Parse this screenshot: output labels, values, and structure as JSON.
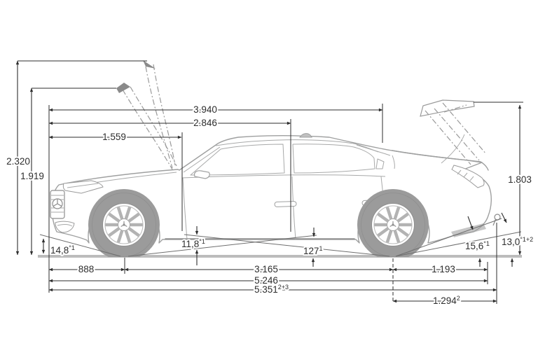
{
  "diagram": {
    "kind": "vehicle side-view dimension drawing (sedan, hood and trunk shown open)",
    "colors": {
      "dimension_lines": "#2e2e2e",
      "car_outline": "#9fa0a0",
      "wheel_fill": "#9b9b9b",
      "ground_line": "#bcbcbc",
      "text": "#2d2d2d"
    }
  },
  "dims": {
    "height_left_outer": {
      "value": "2.320"
    },
    "height_left_inner": {
      "value": "1.919"
    },
    "length_top_1": {
      "value": "3.940"
    },
    "length_top_2": {
      "value": "2.846"
    },
    "length_top_3": {
      "value": "1.559"
    },
    "height_right": {
      "value": "1.803"
    },
    "front_overhang": {
      "value": "888"
    },
    "wheelbase": {
      "value": "3.165"
    },
    "rear_overhang": {
      "value": "1.193"
    },
    "length_overall": {
      "value": "5.246"
    },
    "length_overall_ext": {
      "value": "5.351",
      "sup": "2+3"
    },
    "rear_axle_to_end": {
      "value": "1.294",
      "sup": "2"
    }
  },
  "angles": {
    "approach_angle": {
      "value": "14,8",
      "sup": "°1"
    },
    "ramp_angle": {
      "value": "11,8",
      "sup": "°1"
    },
    "ground_clearance": {
      "value": "127",
      "sup": "1"
    },
    "departure_angle": {
      "value": "15,6",
      "sup": "°1"
    },
    "departure_angle_ext": {
      "value": "13,0",
      "sup": "°1+2"
    }
  }
}
